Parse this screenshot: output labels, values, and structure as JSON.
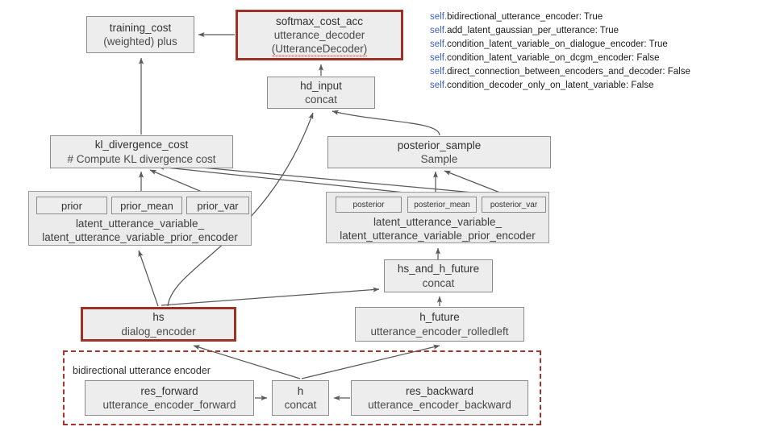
{
  "diagram": {
    "title": "computation graph",
    "colors": {
      "node_fill": "#ededed",
      "node_border": "#8c8c8c",
      "highlight_border": "#9c3127",
      "dashed_border": "#a5332b",
      "edge": "#5a5a5a",
      "config_key": "#3b5fc0"
    }
  },
  "nodes": {
    "training_cost": {
      "title": "training_cost",
      "subtitle": "(weighted) plus"
    },
    "softmax_cost_acc": {
      "title": "softmax_cost_acc",
      "subtitle": "utterance_decoder",
      "subtitle2": "(UtteranceDecoder)"
    },
    "hd_input": {
      "title": "hd_input",
      "subtitle": "concat"
    },
    "kl_divergence_cost": {
      "title": "kl_divergence_cost",
      "subtitle": "# Compute KL divergence cost"
    },
    "posterior_sample": {
      "title": "posterior_sample",
      "subtitle": "Sample"
    },
    "hs_and_h_future": {
      "title": "hs_and_h_future",
      "subtitle": "concat"
    },
    "hs": {
      "title": "hs",
      "subtitle": "dialog_encoder"
    },
    "h_future": {
      "title": "h_future",
      "subtitle": "utterance_encoder_rolledleft"
    },
    "res_forward": {
      "title": "res_forward",
      "subtitle": "utterance_encoder_forward"
    },
    "h": {
      "title": "h",
      "subtitle": "concat"
    },
    "res_backward": {
      "title": "res_backward",
      "subtitle": "utterance_encoder_backward"
    }
  },
  "groups": {
    "prior_group": {
      "caption_line1": "latent_utterance_variable_",
      "caption_line2": "latent_utterance_variable_prior_encoder",
      "items": [
        "prior",
        "prior_mean",
        "prior_var"
      ]
    },
    "posterior_group": {
      "caption_line1": "latent_utterance_variable_",
      "caption_line2": "latent_utterance_variable_prior_encoder",
      "items": [
        "posterior",
        "posterior_mean",
        "posterior_var"
      ]
    }
  },
  "dashed_container": {
    "label": "bidirectional utterance encoder"
  },
  "config": {
    "lines": [
      {
        "self": "self.",
        "key": "bidirectional_utterance_encoder",
        "value": "True"
      },
      {
        "self": "self.",
        "key": "add_latent_gaussian_per_utterance",
        "value": "True"
      },
      {
        "self": "self.",
        "key": "condition_latent_variable_on_dialogue_encoder",
        "value": "True"
      },
      {
        "self": "self.",
        "key": "condition_latent_variable_on_dcgm_encoder",
        "value": "False"
      },
      {
        "self": "self.",
        "key": "direct_connection_between_encoders_and_decoder",
        "value": "False"
      },
      {
        "self": "self.",
        "key": "condition_decoder_only_on_latent_variable",
        "value": "False"
      }
    ]
  },
  "edges": [
    {
      "from": "softmax_cost_acc",
      "to": "training_cost"
    },
    {
      "from": "kl_divergence_cost",
      "to": "training_cost"
    },
    {
      "from": "hd_input",
      "to": "softmax_cost_acc"
    },
    {
      "from": "posterior_sample",
      "to": "hd_input"
    },
    {
      "from": "hs",
      "to": "hd_input"
    },
    {
      "from": "prior_mean",
      "to": "kl_divergence_cost"
    },
    {
      "from": "prior_var",
      "to": "kl_divergence_cost"
    },
    {
      "from": "posterior_mean",
      "to": "kl_divergence_cost"
    },
    {
      "from": "posterior_var",
      "to": "kl_divergence_cost"
    },
    {
      "from": "posterior_mean",
      "to": "posterior_sample"
    },
    {
      "from": "posterior_var",
      "to": "posterior_sample"
    },
    {
      "from": "hs",
      "to": "prior_group"
    },
    {
      "from": "hs",
      "to": "hs_and_h_future"
    },
    {
      "from": "h_future",
      "to": "hs_and_h_future"
    },
    {
      "from": "hs_and_h_future",
      "to": "posterior_group"
    },
    {
      "from": "h",
      "to": "hs"
    },
    {
      "from": "h",
      "to": "h_future"
    },
    {
      "from": "res_forward",
      "to": "h"
    },
    {
      "from": "res_backward",
      "to": "h"
    }
  ]
}
